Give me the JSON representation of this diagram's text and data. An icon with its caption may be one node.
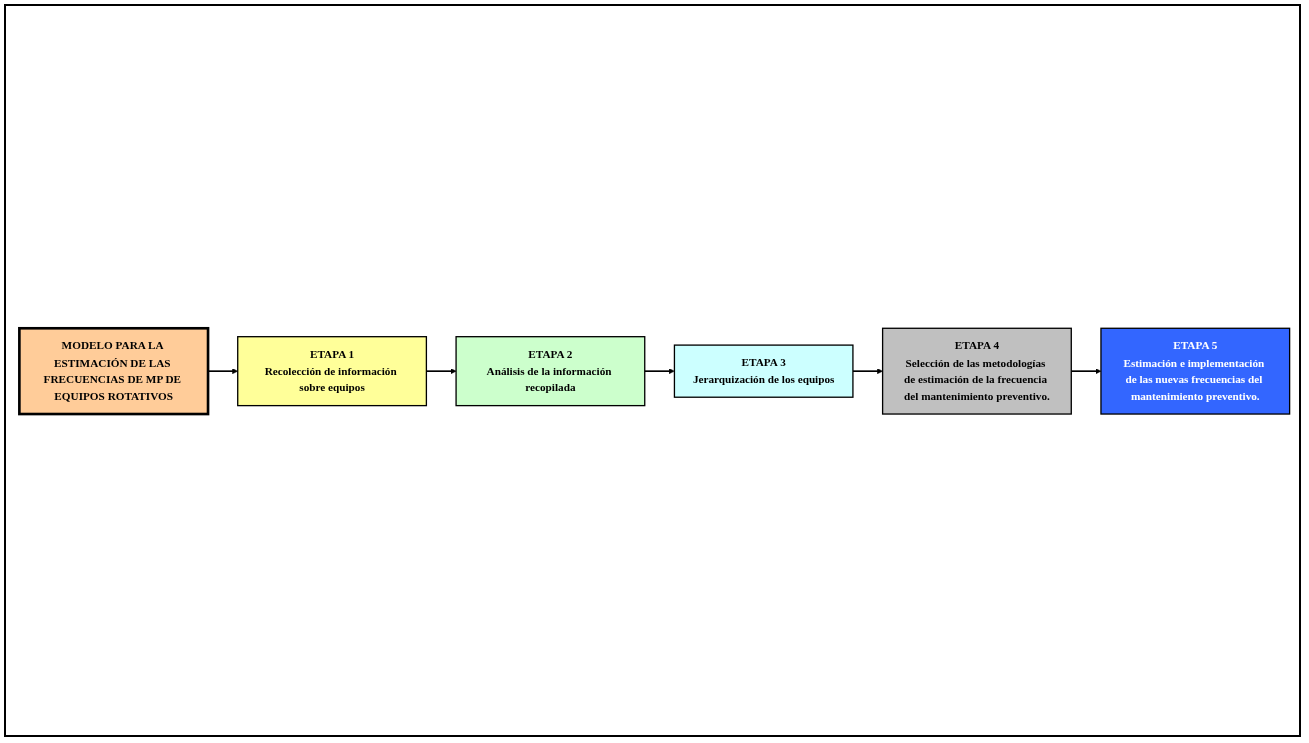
{
  "diagram": {
    "nodes": [
      {
        "text": [
          "MODELO PARA LA ESTIMACIÓN DE LAS FRECUENCIAS DE MP DE EQUIPOS ROTATIVOS"
        ]
      },
      {
        "text": [
          "ETAPA 1",
          "Recolección de información sobre equipos"
        ]
      },
      {
        "text": [
          "ETAPA 2",
          "Análisis de la información recopilada"
        ]
      },
      {
        "text": [
          "ETAPA 3",
          "Jerarquización de los equipos"
        ]
      },
      {
        "text": [
          "ETAPA 4",
          "Selección de las metodologías de estimación de la frecuencia del mantenimiento preventivo."
        ]
      },
      {
        "text": [
          "ETAPA 5",
          "Estimación e implementación de las nuevas frecuencias del mantenimiento preventivo."
        ]
      }
    ],
    "edges": [
      {
        "from": 0,
        "to": 1,
        "arrow": "to"
      },
      {
        "from": 1,
        "to": 2,
        "arrow": "to"
      },
      {
        "from": 2,
        "to": 3,
        "arrow": "to"
      },
      {
        "from": 3,
        "to": 4,
        "arrow": "to"
      },
      {
        "from": 4,
        "to": 5,
        "arrow": "to"
      }
    ]
  }
}
